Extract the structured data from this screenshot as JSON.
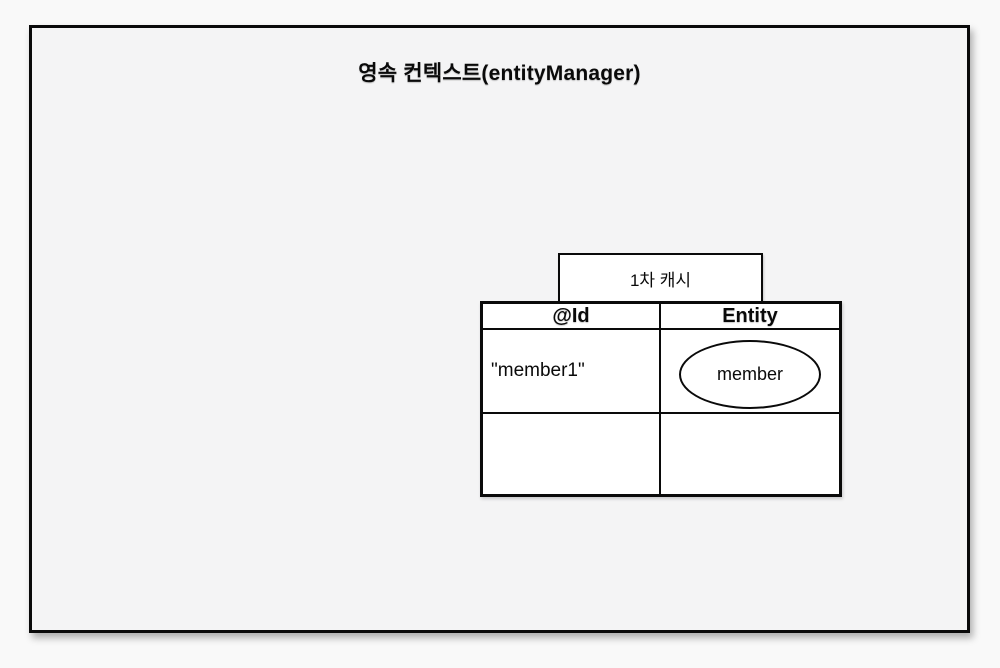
{
  "colors": {
    "page_bg": "#f9f9f9",
    "panel_bg": "#f4f4f5",
    "cell_bg": "#ffffff",
    "line": "#0a0a0a"
  },
  "diagram": {
    "title": "영속 컨텍스트(entityManager)",
    "first_level_cache": {
      "tab_label": "1차 캐시",
      "table": {
        "columns": [
          "@Id",
          "Entity"
        ],
        "rows": [
          {
            "id": "\"member1\"",
            "entity": "member"
          },
          {
            "id": "",
            "entity": ""
          }
        ]
      }
    }
  }
}
